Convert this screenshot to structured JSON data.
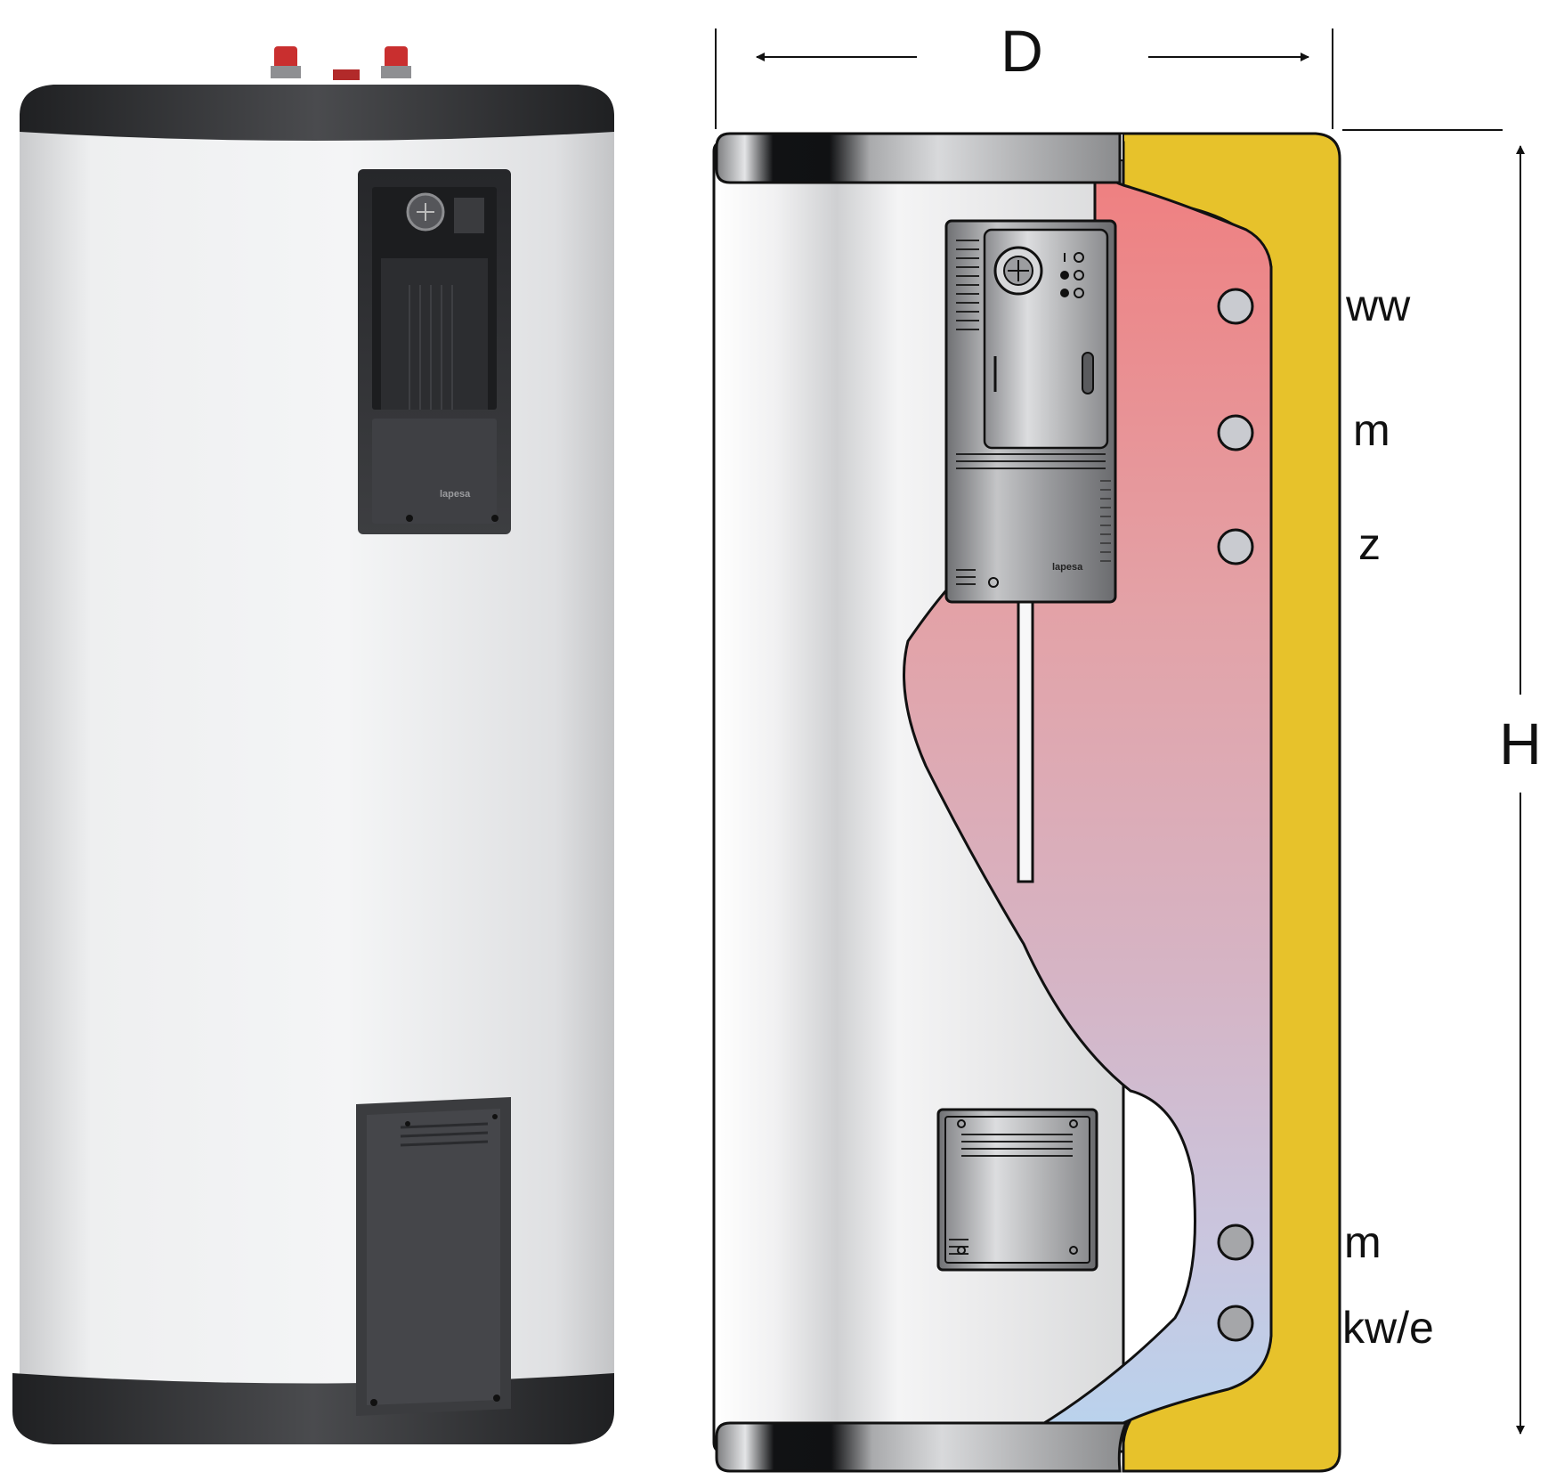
{
  "dimensions": {
    "width_label": "D",
    "height_label": "H"
  },
  "connections": [
    {
      "label": "ww"
    },
    {
      "label": "m"
    },
    {
      "label": "z"
    },
    {
      "label": "m"
    },
    {
      "label": "kw/e"
    }
  ],
  "control_panel": {
    "brand": "lapesa"
  },
  "colors": {
    "tank_body": "#e9eaec",
    "tank_band": "#2e2f31",
    "insulation": "#e7c22b",
    "hot_water": "#ee8080",
    "cold_water": "#bcd1ea",
    "panel": "#8f9093"
  }
}
